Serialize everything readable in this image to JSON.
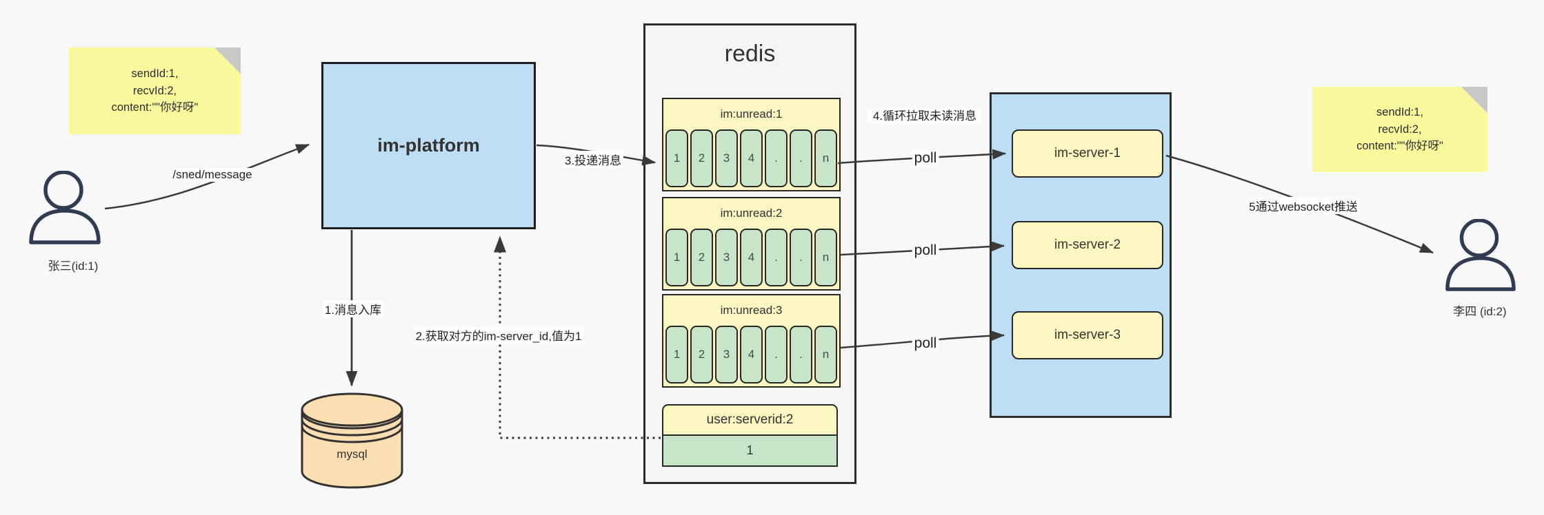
{
  "page": {
    "background": "#f8f8f8"
  },
  "colors": {
    "box_blue": "#bddef5",
    "note_yellow": "#fbf99e",
    "header_yellow": "#fcf6c0",
    "cell_green": "#c7e5c8",
    "db_orange": "#fbdfb2",
    "panel_gray": "#f5f5f6",
    "line": "#3a3a3a"
  },
  "icons": {
    "sender": "user-icon",
    "receiver": "user-icon",
    "database": "database-cylinder-icon"
  },
  "sender": {
    "name": "张三(id:1)"
  },
  "receiver": {
    "name": "李四 (id:2)"
  },
  "note_left": {
    "line1": "sendId:1,",
    "line2": "recvId:2,",
    "line3": "content:\"\"你好呀\""
  },
  "note_right": {
    "line1": "sendId:1,",
    "line2": "recvId:2,",
    "line3": "content:\"\"你好呀\""
  },
  "platform": {
    "label": "im-platform"
  },
  "database": {
    "label": "mysql"
  },
  "redis": {
    "title": "redis",
    "queues": [
      {
        "header": "im:unread:1",
        "cells": [
          "1",
          "2",
          "3",
          "4",
          ".",
          ".",
          "n"
        ]
      },
      {
        "header": "im:unread:2",
        "cells": [
          "1",
          "2",
          "3",
          "4",
          ".",
          ".",
          "n"
        ]
      },
      {
        "header": "im:unread:3",
        "cells": [
          "1",
          "2",
          "3",
          "4",
          ".",
          ".",
          "n"
        ]
      }
    ],
    "kv": {
      "header": "user:serverid:2",
      "value": "1"
    }
  },
  "servers": {
    "items": [
      {
        "label": "im-server-1"
      },
      {
        "label": "im-server-2"
      },
      {
        "label": "im-server-3"
      }
    ]
  },
  "labels": {
    "send_api": "/sned/message",
    "step1": "1.消息入库",
    "step2": "2.获取对方的im-server_id,值为1",
    "step3": "3.投递消息",
    "step4": "4.循环拉取未读消息",
    "poll": "poll",
    "step5": "5通过websocket推送"
  }
}
